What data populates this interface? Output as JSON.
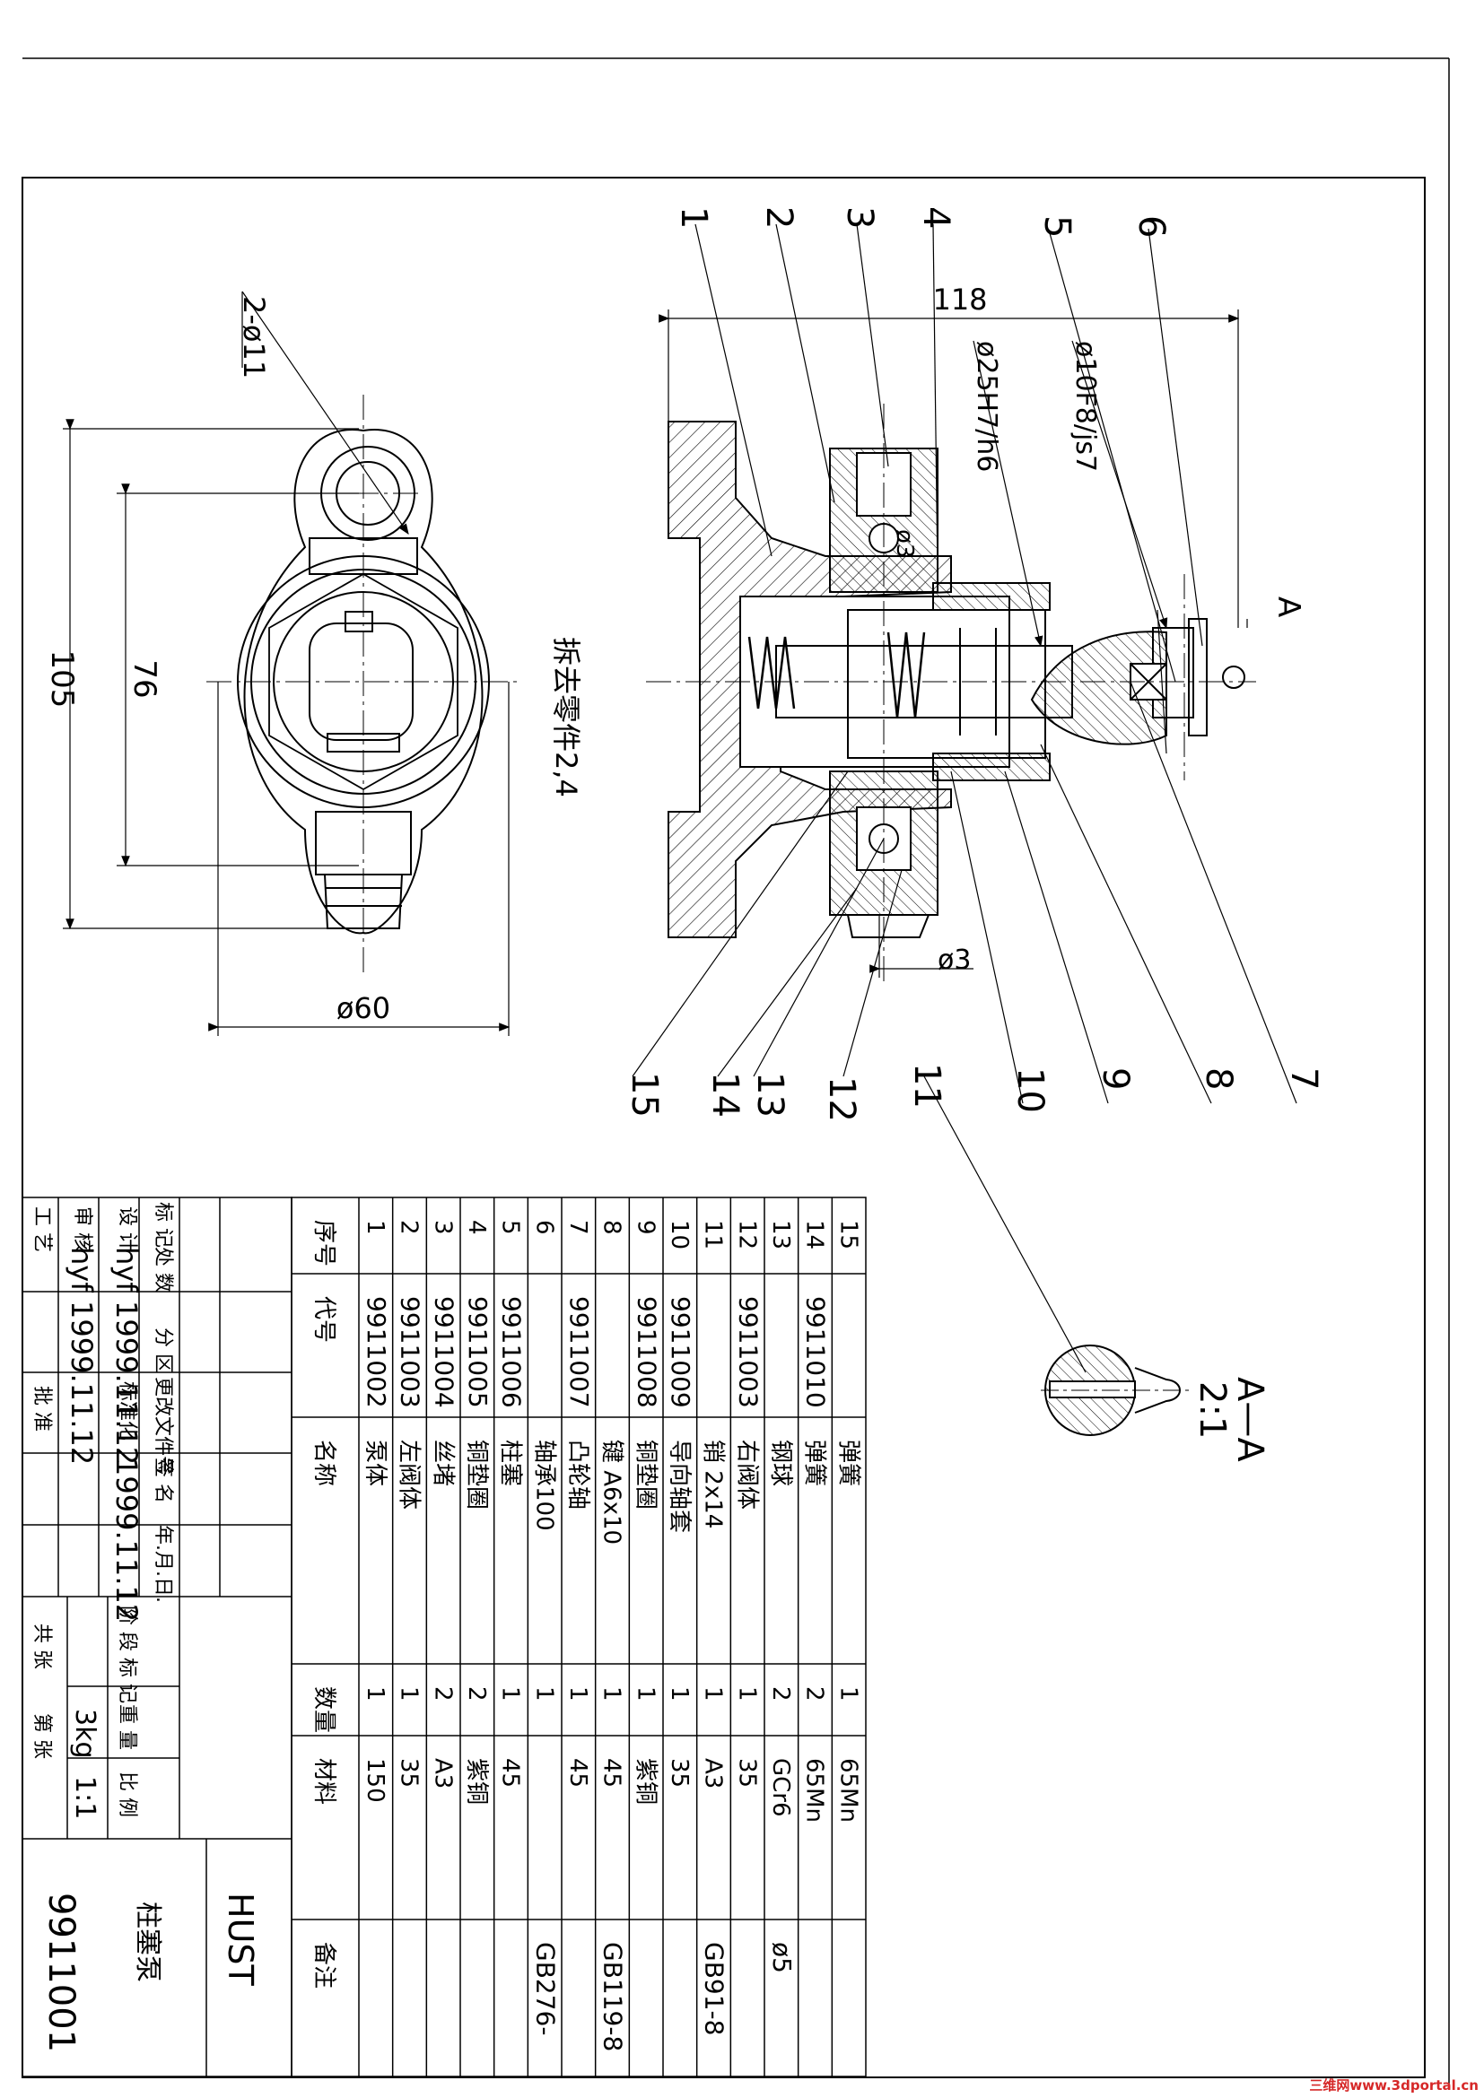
{
  "drawing": {
    "dims": {
      "d_118": "118",
      "d_25h7": "ø25H7/h6",
      "d_10f8": "ø10F8/js7",
      "d_3a": "ø3",
      "d_3b": "ø3",
      "d_105": "105",
      "d_76": "76",
      "d_60": "ø60",
      "d_2x11": "2-ø11"
    },
    "note": "拆去零件2,4",
    "section_mark": "A",
    "section_title": "A—A",
    "section_scale": "2:1",
    "balloons": [
      "1",
      "2",
      "3",
      "4",
      "5",
      "6",
      "7",
      "8",
      "9",
      "10",
      "11",
      "12",
      "13",
      "14",
      "15"
    ]
  },
  "bom": {
    "headers": {
      "seq": "序号",
      "code": "代号",
      "name": "名称",
      "qty": "数量",
      "material": "材料",
      "remark": "备注"
    },
    "rows": [
      {
        "seq": "1",
        "code": "9911002",
        "name": "泵体",
        "qty": "1",
        "material": "150",
        "remark": ""
      },
      {
        "seq": "2",
        "code": "9911003",
        "name": "左阀体",
        "qty": "1",
        "material": "35",
        "remark": ""
      },
      {
        "seq": "3",
        "code": "9911004",
        "name": "丝堵",
        "qty": "2",
        "material": "A3",
        "remark": ""
      },
      {
        "seq": "4",
        "code": "9911005",
        "name": "铜垫圈",
        "qty": "2",
        "material": "紫铜",
        "remark": ""
      },
      {
        "seq": "5",
        "code": "9911006",
        "name": "柱塞",
        "qty": "1",
        "material": "45",
        "remark": ""
      },
      {
        "seq": "6",
        "code": "",
        "name": "轴承100",
        "qty": "1",
        "material": "",
        "remark": "GB276-"
      },
      {
        "seq": "7",
        "code": "9911007",
        "name": "凸轮轴",
        "qty": "1",
        "material": "45",
        "remark": ""
      },
      {
        "seq": "8",
        "code": "",
        "name": "键 A6x10",
        "qty": "1",
        "material": "45",
        "remark": "GB119-8"
      },
      {
        "seq": "9",
        "code": "9911008",
        "name": "铜垫圈",
        "qty": "1",
        "material": "紫铜",
        "remark": ""
      },
      {
        "seq": "10",
        "code": "9911009",
        "name": "导向轴套",
        "qty": "1",
        "material": "35",
        "remark": ""
      },
      {
        "seq": "11",
        "code": "",
        "name": "销 2x14",
        "qty": "1",
        "material": "A3",
        "remark": "GB91-8"
      },
      {
        "seq": "12",
        "code": "9911003",
        "name": "右阀体",
        "qty": "1",
        "material": "35",
        "remark": ""
      },
      {
        "seq": "13",
        "code": "",
        "name": "钢球",
        "qty": "2",
        "material": "GCr6",
        "remark": "ø5"
      },
      {
        "seq": "14",
        "code": "9911010",
        "name": "弹簧",
        "qty": "2",
        "material": "65Mn",
        "remark": ""
      },
      {
        "seq": "15",
        "code": "",
        "name": "弹簧",
        "qty": "1",
        "material": "65Mn",
        "remark": ""
      }
    ]
  },
  "title_block": {
    "rev_headers": [
      "标 记",
      "处 数",
      "分 区",
      "更改文件号",
      "签 名",
      "年.月.日."
    ],
    "designer_label": "设 计",
    "designer": "hyf",
    "designer_date": "1999.11.12",
    "std_label": "标准化",
    "std_date": "1999.11.12",
    "review_label": "审 核",
    "reviewer": "hyf",
    "review_date": "1999.11.12",
    "process_label": "工 艺",
    "approve_label": "批 准",
    "stage_label": "阶 段 标 记",
    "weight_label": "重 量",
    "scale_label": "比 例",
    "weight": "3kg",
    "scale": "1:1",
    "sheets_total": "共  张",
    "sheet_no": "第  张",
    "org": "HUST",
    "drawing_name": "柱塞泵",
    "drawing_no": "9911001"
  },
  "watermark": "三维网www.3dportal.cn"
}
